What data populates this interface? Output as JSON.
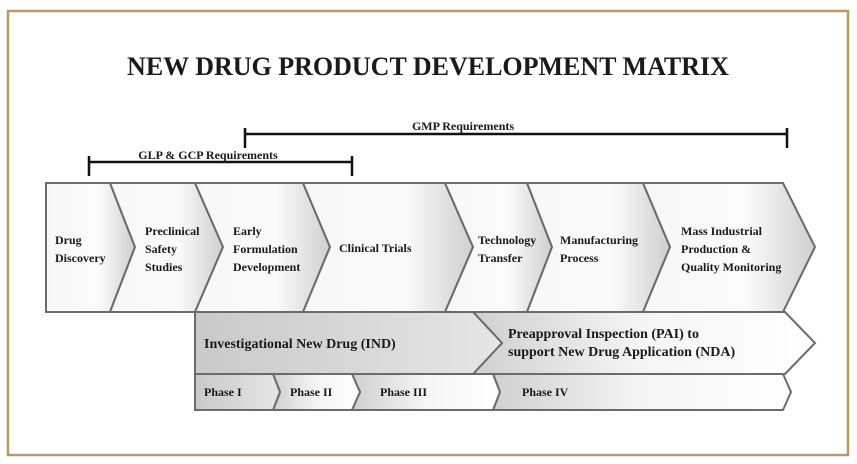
{
  "title": "NEW DRUG PRODUCT DEVELOPMENT MATRIX",
  "frame_color": "#b89a6a",
  "brackets": {
    "gmp": "GMP Requirements",
    "glp": "GLP & GCP Requirements"
  },
  "stages": [
    {
      "lines": [
        "Drug",
        "Discovery"
      ]
    },
    {
      "lines": [
        "Preclinical",
        "Safety",
        "Studies"
      ]
    },
    {
      "lines": [
        "Early",
        "Formulation",
        "Development"
      ]
    },
    {
      "lines": [
        "Clinical  Trials"
      ]
    },
    {
      "lines": [
        "Technology",
        "Transfer"
      ]
    },
    {
      "lines": [
        "Manufacturing",
        "Process"
      ]
    },
    {
      "lines": [
        "Mass Industrial",
        "Production  &",
        "Quality  Monitoring"
      ]
    }
  ],
  "regulatory": {
    "ind": "Investigational New Drug (IND)",
    "pai_line1": "Preapproval Inspection (PAI) to",
    "pai_line2": "support New Drug Application (NDA)"
  },
  "phases": [
    "Phase I",
    "Phase II",
    "Phase III",
    "Phase IV"
  ]
}
